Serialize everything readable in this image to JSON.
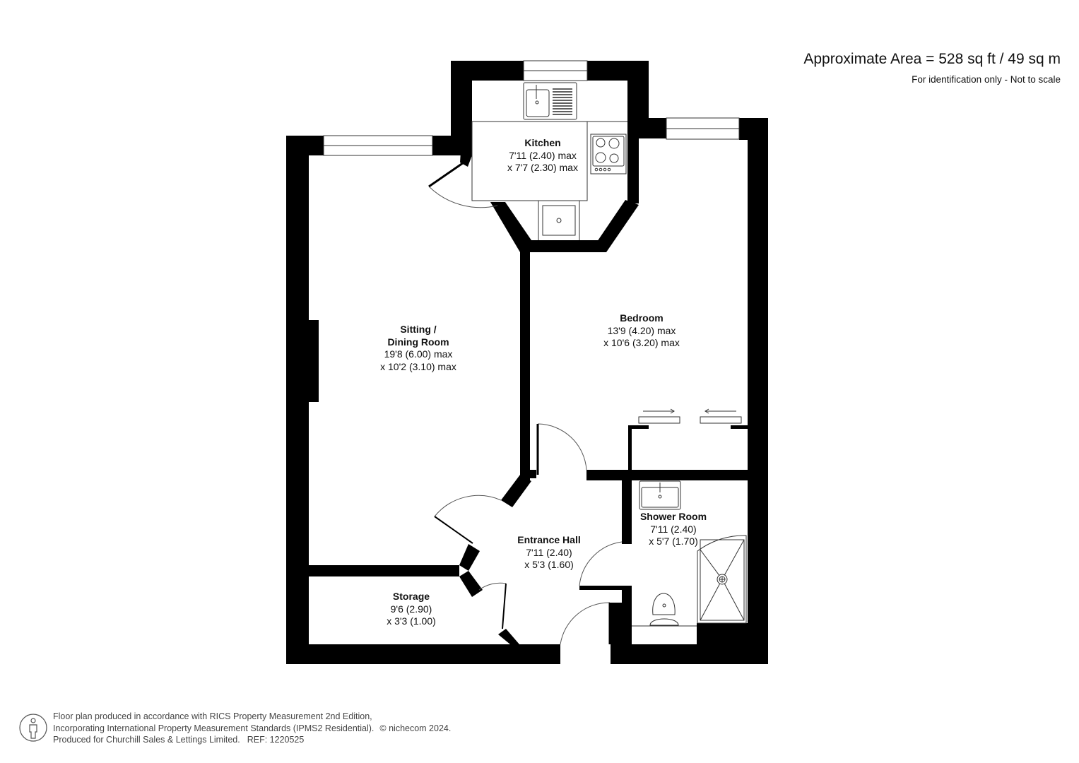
{
  "header": {
    "area": "Approximate Area = 528 sq ft / 49 sq m",
    "note": "For identification only - Not to scale"
  },
  "rooms": {
    "kitchen": {
      "name": "Kitchen",
      "dim1": "7'11 (2.40) max",
      "dim2": "x 7'7 (2.30) max"
    },
    "sitting": {
      "name1": "Sitting /",
      "name2": "Dining Room",
      "dim1": "19'8 (6.00) max",
      "dim2": "x 10'2 (3.10) max"
    },
    "bedroom": {
      "name": "Bedroom",
      "dim1": "13'9 (4.20) max",
      "dim2": "x 10'6 (3.20) max"
    },
    "entrance": {
      "name": "Entrance Hall",
      "dim1": "7'11 (2.40)",
      "dim2": "x 5'3 (1.60)"
    },
    "shower": {
      "name": "Shower Room",
      "dim1": "7'11 (2.40)",
      "dim2": "x 5'7 (1.70)"
    },
    "storage": {
      "name": "Storage",
      "dim1": "9'6 (2.90)",
      "dim2": "x 3'3 (1.00)"
    }
  },
  "footer": {
    "line1": "Floor plan produced in accordance with RICS Property Measurement 2nd Edition,",
    "line2": "Incorporating International Property Measurement Standards (IPMS2 Residential).",
    "copyright": "© nichecom 2024.",
    "line3": "Produced for Churchill Sales & Lettings Limited.",
    "ref": "REF: 1220525"
  },
  "colors": {
    "wall": "#000000",
    "line": "#333333",
    "background": "#ffffff"
  }
}
